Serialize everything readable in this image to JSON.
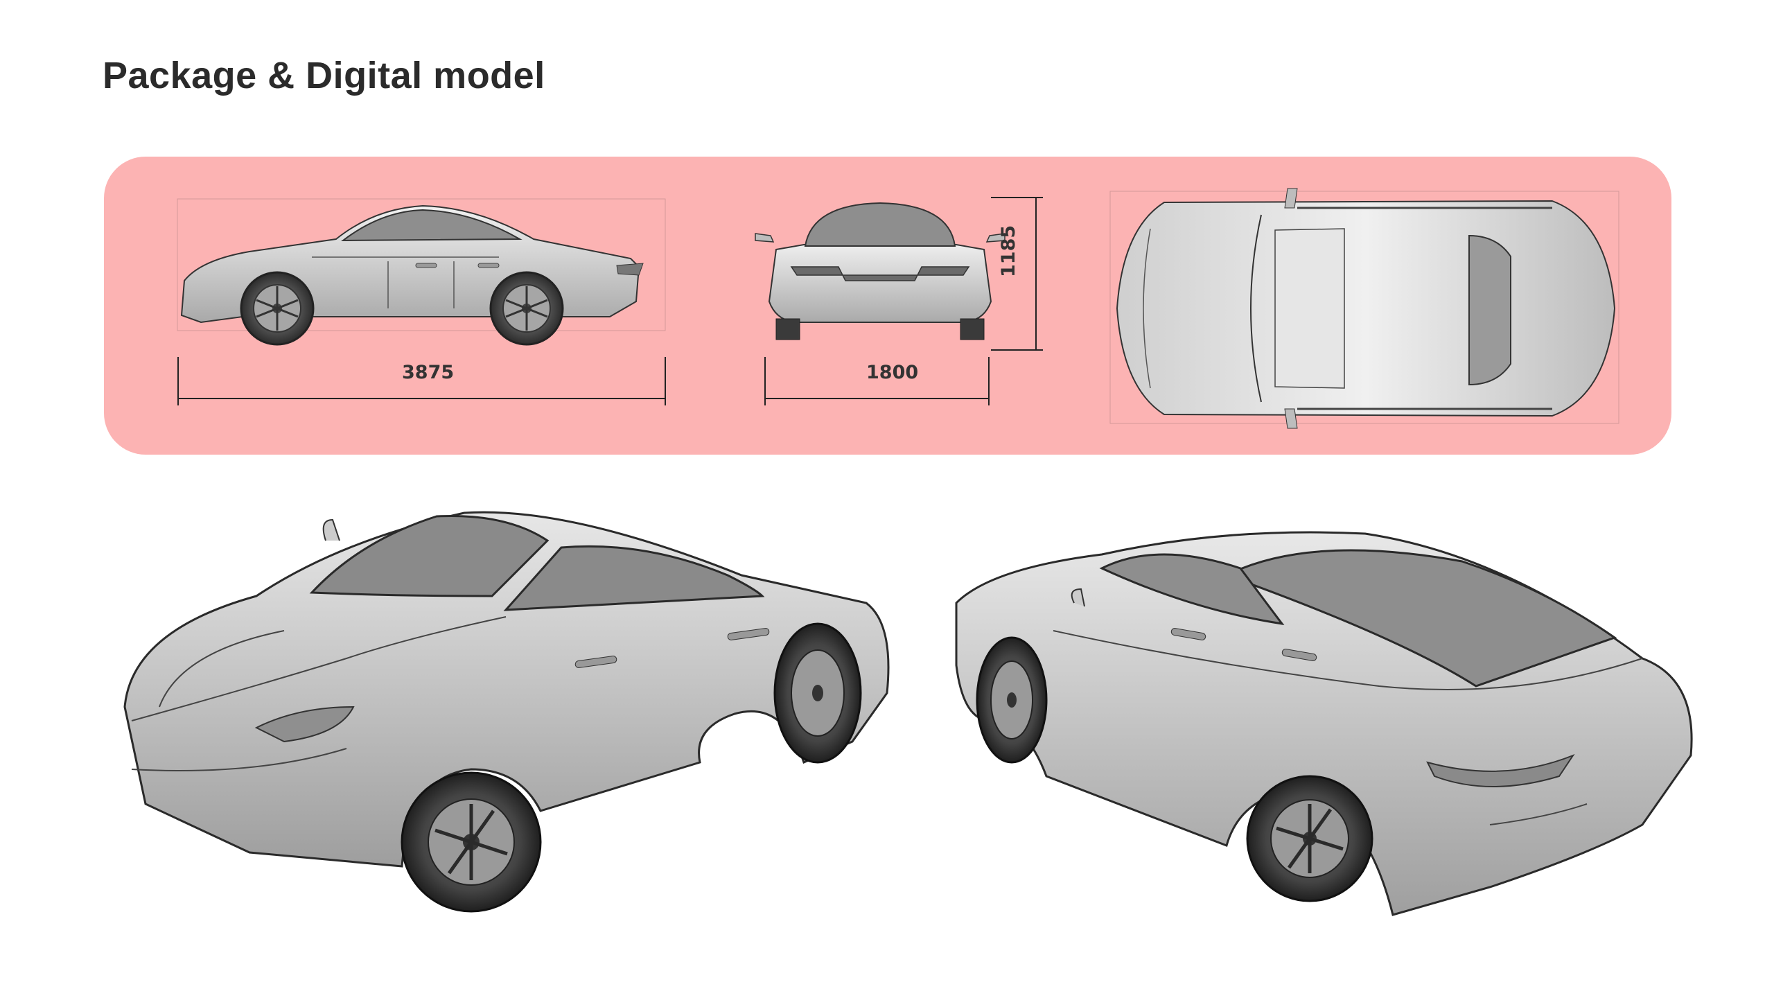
{
  "page": {
    "title": "Package & Digital model"
  },
  "package_panel": {
    "background": "#fcb3b3",
    "dimensions": {
      "length": "3875",
      "width": "1800",
      "height": "1185"
    }
  },
  "colors": {
    "body_light": "#e4e4e4",
    "body_mid": "#b8b8b8",
    "glass": "#8e8e8e",
    "tire": "#3a3a3a",
    "line": "#2a2a2a"
  }
}
